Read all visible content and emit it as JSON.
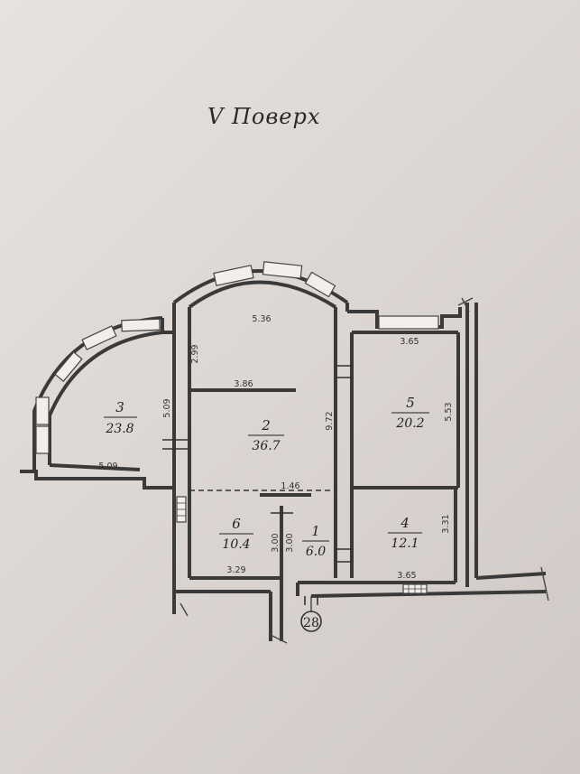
{
  "title": "V  Поверх",
  "entrance_number": "28",
  "rooms": [
    {
      "number": "1",
      "area": "6.0"
    },
    {
      "number": "2",
      "area": "36.7"
    },
    {
      "number": "3",
      "area": "23.8"
    },
    {
      "number": "4",
      "area": "12.1"
    },
    {
      "number": "5",
      "area": "20.2"
    },
    {
      "number": "6",
      "area": "10.4"
    }
  ],
  "dimensions": {
    "room2_top": "5.36",
    "room2_left_upper": "2.99",
    "room2_partition": "3.86",
    "room2_right": "9.72",
    "room3_right": "5.09",
    "room3_bottom": "5.09",
    "room5_top": "3.65",
    "room5_right": "5.53",
    "corridor": "1.46",
    "room6_bottom": "3.29",
    "room6_right": "3.00",
    "room1_left": "3.00",
    "room4_right": "3.31",
    "room4_bottom": "3.65"
  }
}
